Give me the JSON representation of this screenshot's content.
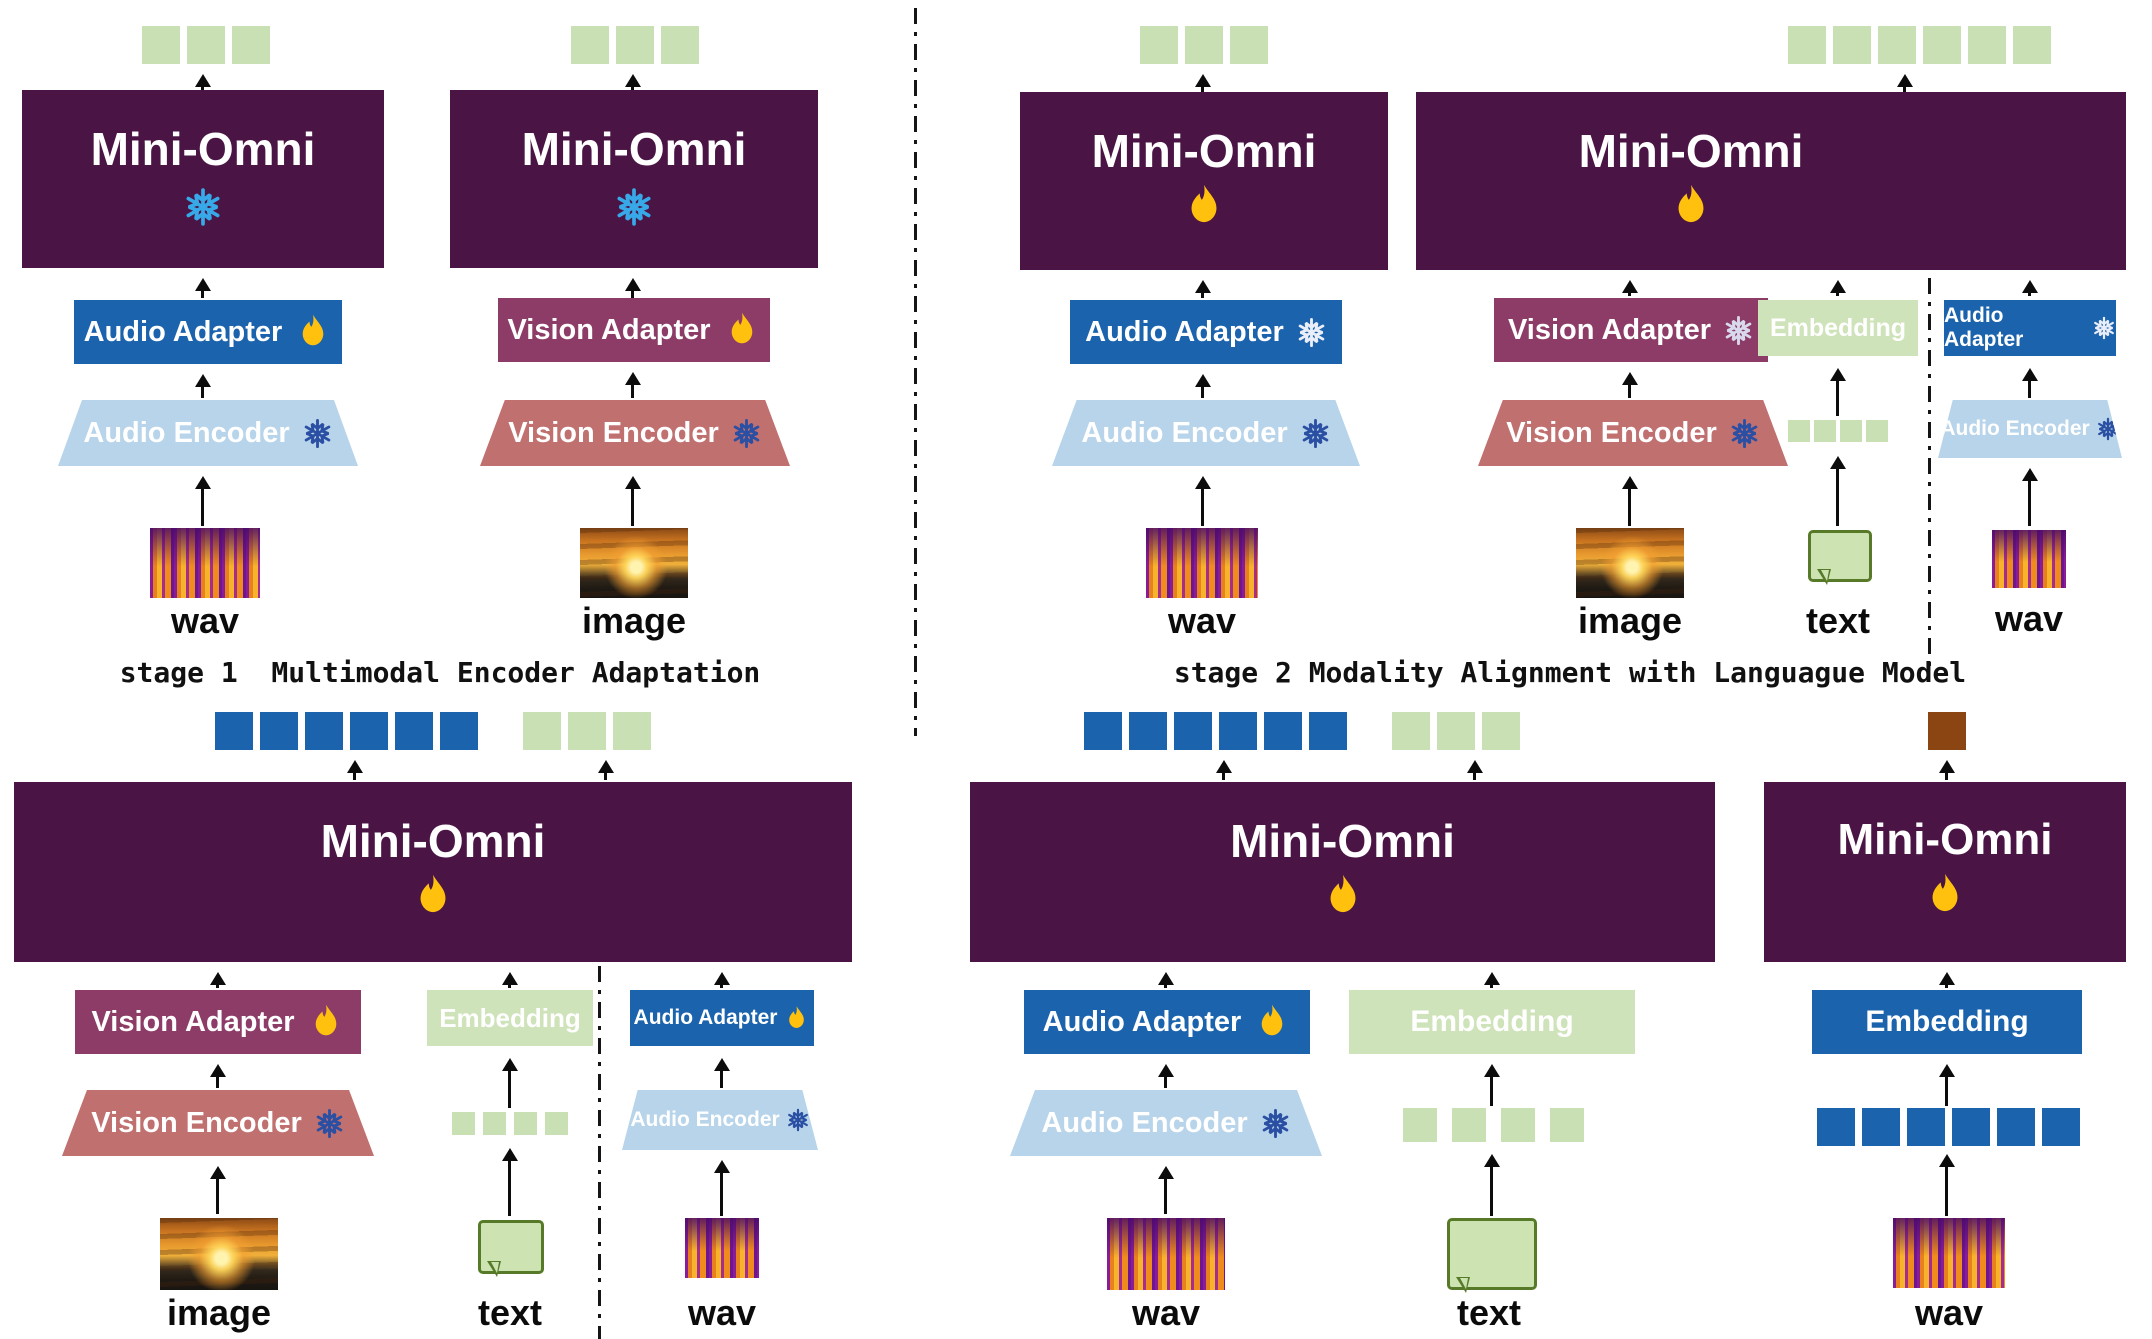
{
  "stage1": {
    "caption": "stage 1  Multimodal Encoder Adaptation",
    "audio": {
      "model": "Mini-Omni",
      "model_state": "frozen",
      "adapter": "Audio Adapter",
      "adapter_state": "trainable",
      "encoder": "Audio Encoder",
      "encoder_state": "frozen",
      "input_label": "wav",
      "output_tokens": {
        "count": 3,
        "color": "green"
      }
    },
    "vision": {
      "model": "Mini-Omni",
      "model_state": "frozen",
      "adapter": "Vision Adapter",
      "adapter_state": "trainable",
      "encoder": "Vision Encoder",
      "encoder_state": "frozen",
      "input_label": "image",
      "output_tokens": {
        "count": 3,
        "color": "green"
      }
    }
  },
  "stage2": {
    "caption": "stage 2 Modality Alignment with Languague Model",
    "audio": {
      "model": "Mini-Omni",
      "model_state": "trainable",
      "adapter": "Audio Adapter",
      "adapter_state": "frozen",
      "encoder": "Audio Encoder",
      "encoder_state": "frozen",
      "input_label": "wav",
      "output_tokens": {
        "count": 3,
        "color": "green"
      }
    },
    "multimodal": {
      "model": "Mini-Omni",
      "model_state": "trainable",
      "output_tokens": {
        "count": 6,
        "color": "green"
      },
      "vision": {
        "adapter": "Vision  Adapter",
        "adapter_state": "frozen",
        "encoder": "Vision Encoder",
        "encoder_state": "frozen",
        "input_label": "image"
      },
      "text": {
        "embedding": "Embedding",
        "tokens": {
          "count": 4,
          "color": "green"
        },
        "input_label": "text"
      },
      "audio2": {
        "adapter": "Audio Adapter",
        "adapter_state": "frozen",
        "encoder": "Audio Encoder",
        "encoder_state": "frozen",
        "input_label": "wav"
      }
    }
  },
  "stage3_left": {
    "model": "Mini-Omni",
    "model_state": "trainable",
    "output_tokens": [
      {
        "count": 6,
        "color": "blue"
      },
      {
        "count": 3,
        "color": "green"
      }
    ],
    "vision": {
      "adapter": "Vision  Adapter",
      "adapter_state": "trainable",
      "encoder": "Vision Encoder",
      "encoder_state": "frozen",
      "input_label": "image"
    },
    "text": {
      "embedding": "Embedding",
      "tokens": {
        "count": 4,
        "color": "green"
      },
      "input_label": "text"
    },
    "audio": {
      "adapter": "Audio Adapter",
      "adapter_state": "trainable",
      "encoder": "Audio Encoder",
      "encoder_state": "frozen",
      "input_label": "wav"
    }
  },
  "stage3_mid": {
    "model": "Mini-Omni",
    "model_state": "trainable",
    "output_tokens": [
      {
        "count": 6,
        "color": "blue"
      },
      {
        "count": 3,
        "color": "green"
      }
    ],
    "audio": {
      "adapter": "Audio Adapter",
      "adapter_state": "trainable",
      "encoder": "Audio Encoder",
      "encoder_state": "frozen",
      "input_label": "wav"
    },
    "text": {
      "embedding": "Embedding",
      "tokens": {
        "count": 4,
        "color": "green"
      },
      "input_label": "text"
    }
  },
  "stage3_right": {
    "model": "Mini-Omni",
    "model_state": "trainable",
    "output_tokens": {
      "count": 1,
      "color": "brown"
    },
    "embedding": "Embedding",
    "tokens": {
      "count": 6,
      "color": "blue"
    },
    "input_label": "wav"
  },
  "icons": {
    "trainable": "flame-icon",
    "frozen": "snowflake-icon"
  },
  "colors": {
    "model_box": "#4a1545",
    "audio_adapter_blue": "#1b63ac",
    "audio_encoder_light_blue": "#b7d4ea",
    "vision_adapter_maroon": "#8c3c66",
    "vision_encoder_rose": "#c17070",
    "embedding_green": "#cfe3ba",
    "token_green": "#c9dfb4",
    "token_blue": "#1b63ac",
    "token_brown": "#8a4513",
    "flame_gold": "#ffc10d",
    "snow_cyan": "#38a9e8",
    "snow_navy": "#2b4fa2"
  }
}
